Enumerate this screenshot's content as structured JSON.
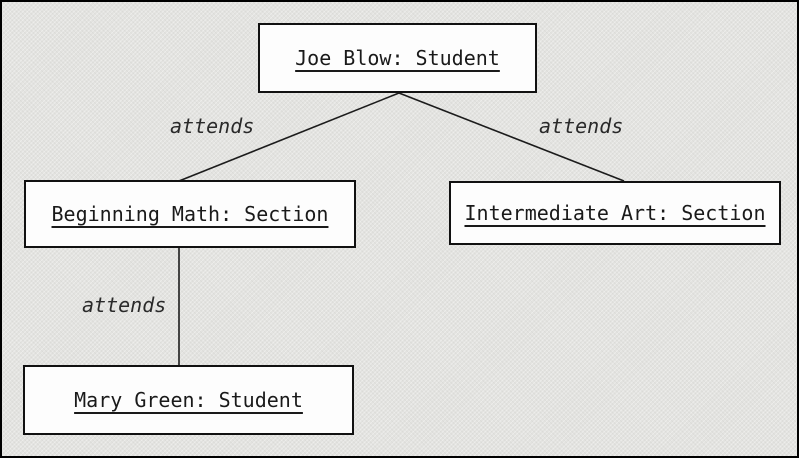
{
  "diagram": {
    "type": "uml-object-diagram",
    "colors": {
      "background": "#e3e3e0",
      "node_fill": "#fdfdfd",
      "node_border": "#111111",
      "line": "#1c1c1c"
    },
    "nodes": [
      {
        "id": "joe-blow",
        "label": "Joe Blow: Student"
      },
      {
        "id": "beginning-math",
        "label": "Beginning Math: Section"
      },
      {
        "id": "intermediate-art",
        "label": "Intermediate Art: Section"
      },
      {
        "id": "mary-green",
        "label": "Mary Green: Student"
      }
    ],
    "edges": [
      {
        "from": "Joe Blow: Student",
        "to": "Beginning Math: Section",
        "label": "attends"
      },
      {
        "from": "Joe Blow: Student",
        "to": "Intermediate Art: Section",
        "label": "attends"
      },
      {
        "from": "Beginning Math: Section",
        "to": "Mary Green: Student",
        "label": "attends"
      }
    ]
  }
}
